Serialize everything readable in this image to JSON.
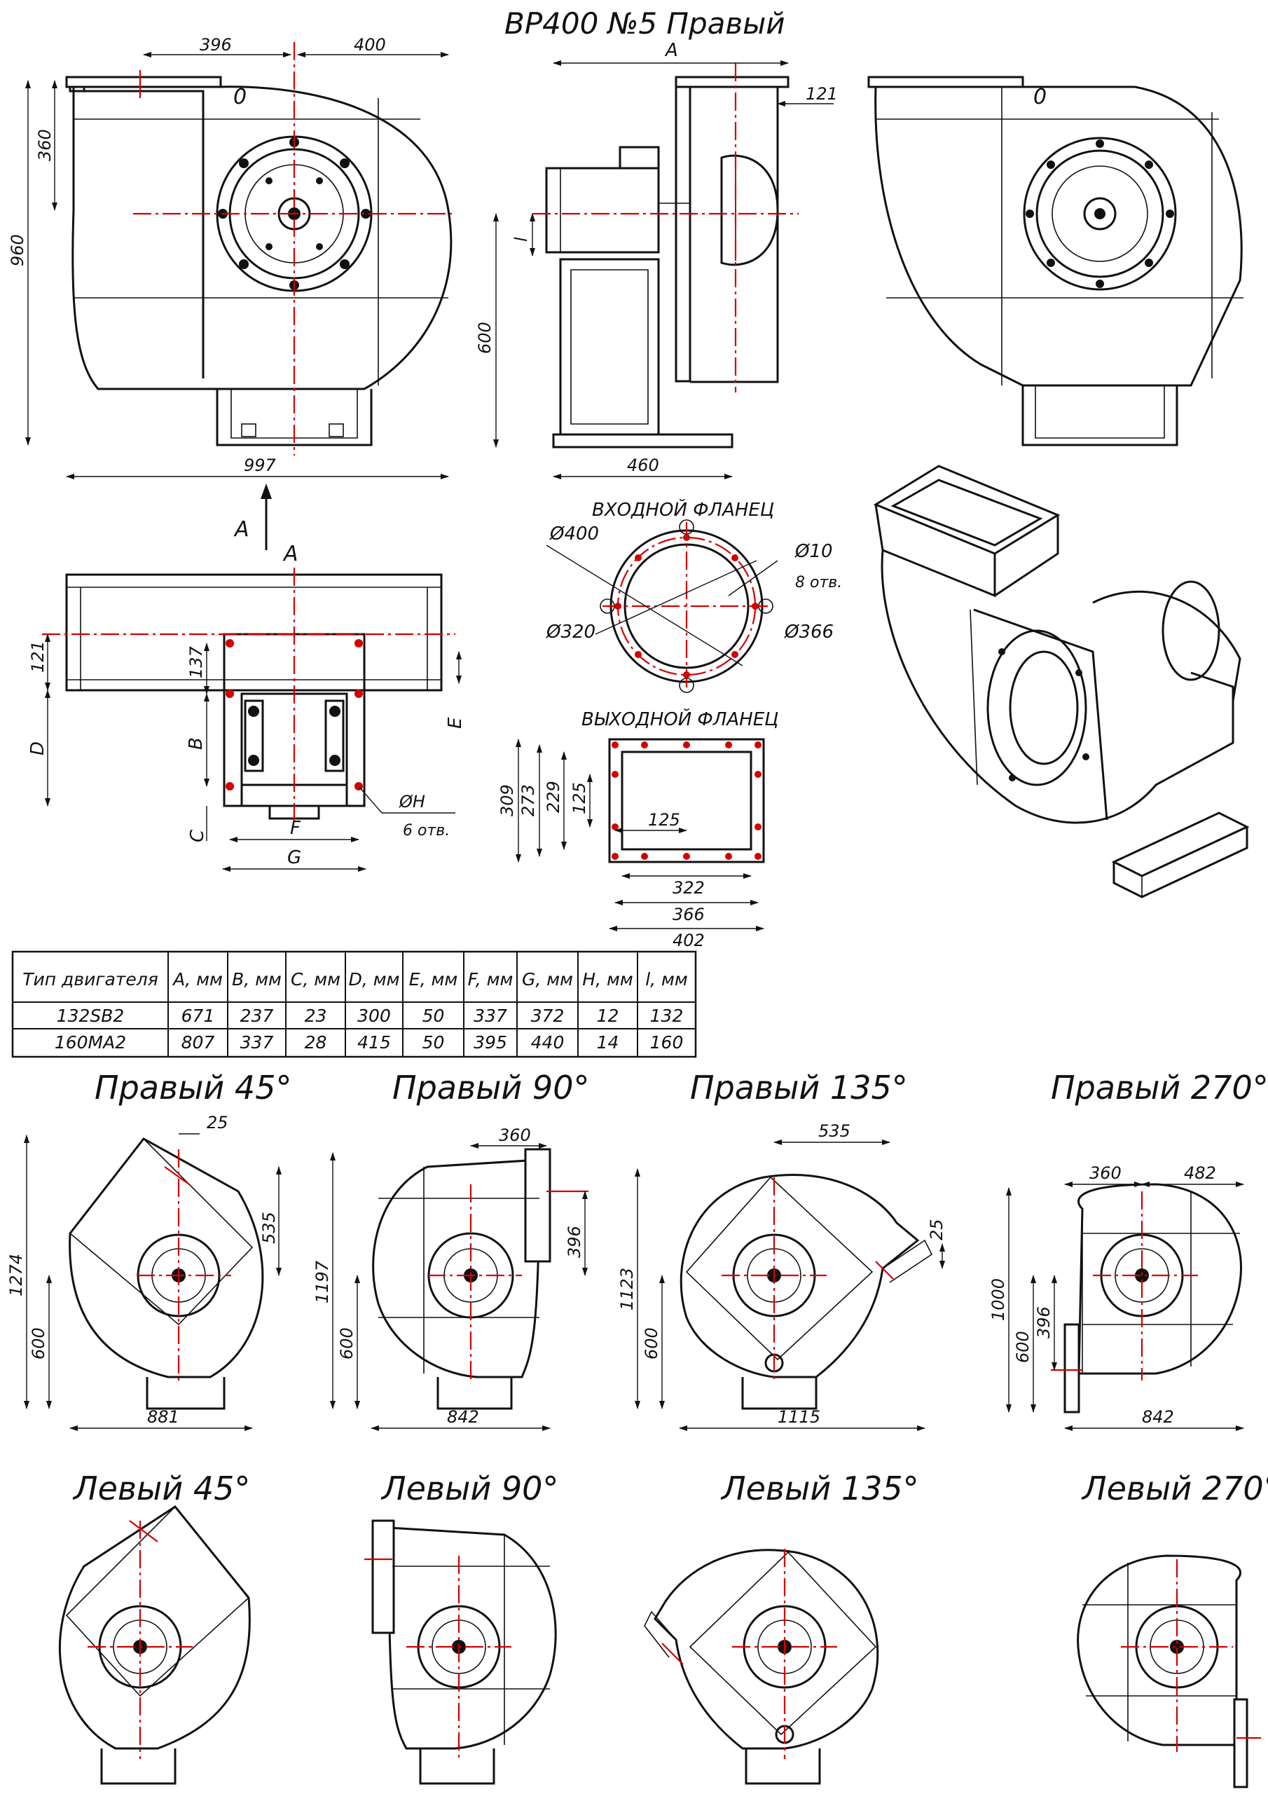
{
  "title": "ВР400 №5 Правый",
  "main_front": {
    "dims": [
      "396",
      "400",
      "360",
      "960",
      "997"
    ],
    "label": "0"
  },
  "side_view": {
    "dims": [
      "A",
      "121",
      "l",
      "600",
      "460"
    ]
  },
  "rear_view": {
    "label": "0"
  },
  "bottom_view": {
    "view_label": "A",
    "arrow_label": "A",
    "dims": [
      "121",
      "137",
      "D",
      "B",
      "C",
      "E",
      "F",
      "G",
      "ØH",
      "6 отв."
    ]
  },
  "inlet_flange": {
    "title": "ВХОДНОЙ ФЛАНЕЦ",
    "dims": [
      "Ø400",
      "Ø10",
      "8 отв.",
      "Ø320",
      "Ø366"
    ]
  },
  "outlet_flange": {
    "title": "ВЫХОДНОЙ ФЛАНЕЦ",
    "dims": [
      "309",
      "273",
      "229",
      "125",
      "125",
      "322",
      "366",
      "402"
    ]
  },
  "table": {
    "headers": [
      "Тип двигателя",
      "А, мм",
      "В, мм",
      "С, мм",
      "D, мм",
      "Е, мм",
      "F, мм",
      "G, мм",
      "H, мм",
      "l, мм"
    ],
    "rows": [
      [
        "132SB2",
        "671",
        "237",
        "23",
        "300",
        "50",
        "337",
        "372",
        "12",
        "132"
      ],
      [
        "160МА2",
        "807",
        "337",
        "28",
        "415",
        "50",
        "395",
        "440",
        "14",
        "160"
      ]
    ]
  },
  "variants_right": [
    {
      "label": "Правый 45°",
      "dims": [
        "25",
        "1274",
        "535",
        "600",
        "881"
      ]
    },
    {
      "label": "Правый 90°",
      "dims": [
        "360",
        "1197",
        "396",
        "600",
        "842"
      ]
    },
    {
      "label": "Правый 135°",
      "dims": [
        "535",
        "1123",
        "25",
        "600",
        "1115"
      ]
    },
    {
      "label": "Правый 270°",
      "dims": [
        "360",
        "482",
        "1000",
        "396",
        "600",
        "842"
      ]
    }
  ],
  "variants_left": [
    {
      "label": "Левый 45°"
    },
    {
      "label": "Левый 90°"
    },
    {
      "label": "Левый 135°"
    },
    {
      "label": "Левый 270°"
    }
  ]
}
